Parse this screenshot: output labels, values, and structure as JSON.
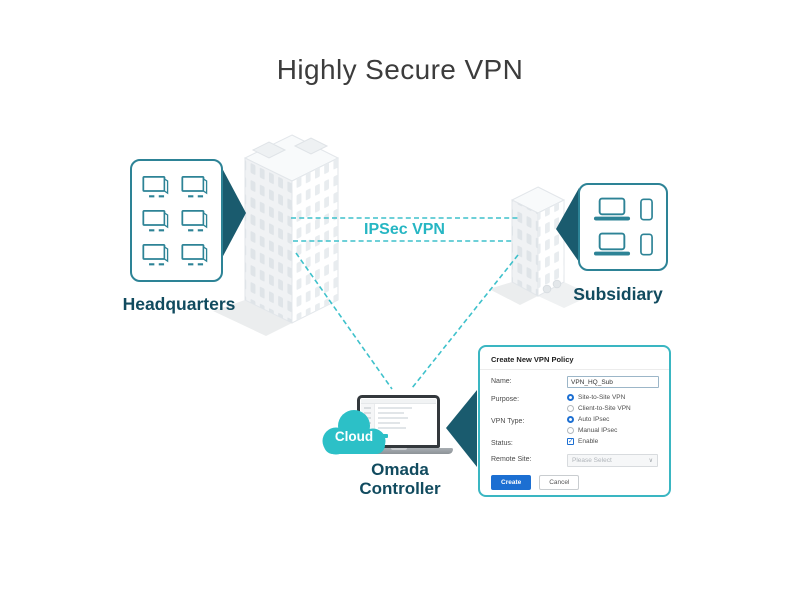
{
  "title": "Highly Secure VPN",
  "colors": {
    "teal_accent": "#2fbdc8",
    "teal_border": "#2d8396",
    "teal_arrow": "#1a5b6e",
    "teal_label": "#114b5f",
    "dialog_blue": "#1c6fd2"
  },
  "icons": {
    "check": "✓",
    "chevron_down": "∨"
  },
  "diagram": {
    "headquarters": {
      "label": "Headquarters"
    },
    "subsidiary": {
      "label": "Subsidiary"
    },
    "connection": {
      "label": "IPSec VPN"
    },
    "controller": {
      "cloud_label": "Cloud",
      "label_line1": "Omada",
      "label_line2": "Controller"
    }
  },
  "dialog": {
    "title": "Create New VPN Policy",
    "fields": {
      "name": {
        "label": "Name:",
        "value": "VPN_HQ_Sub"
      },
      "purpose": {
        "label": "Purpose:",
        "options": [
          {
            "label": "Site-to-Site VPN",
            "selected": true
          },
          {
            "label": "Client-to-Site VPN",
            "selected": false
          }
        ]
      },
      "vpn_type": {
        "label": "VPN Type:",
        "options": [
          {
            "label": "Auto IPsec",
            "selected": true
          },
          {
            "label": "Manual IPsec",
            "selected": false
          }
        ]
      },
      "status": {
        "label": "Status:",
        "checkbox_label": "Enable",
        "checked": true
      },
      "remote_site": {
        "label": "Remote Site:",
        "placeholder": "Please Select"
      }
    },
    "buttons": {
      "create": "Create",
      "cancel": "Cancel"
    }
  }
}
